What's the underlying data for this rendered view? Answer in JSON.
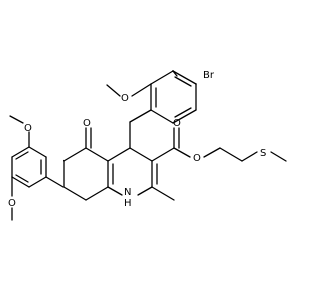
{
  "structure": {
    "atom_labels": {
      "br": "Br",
      "o_methoxy_top": "O",
      "o_ketone": "O",
      "o_ester_carbonyl": "O",
      "o_ester": "O",
      "s": "S",
      "nh": "N",
      "nh_h": "H",
      "o_dimethoxy_1": "O",
      "o_dimethoxy_2": "O"
    }
  },
  "colors": {
    "bond": "#000000",
    "text": "#000000",
    "background": "#ffffff"
  }
}
